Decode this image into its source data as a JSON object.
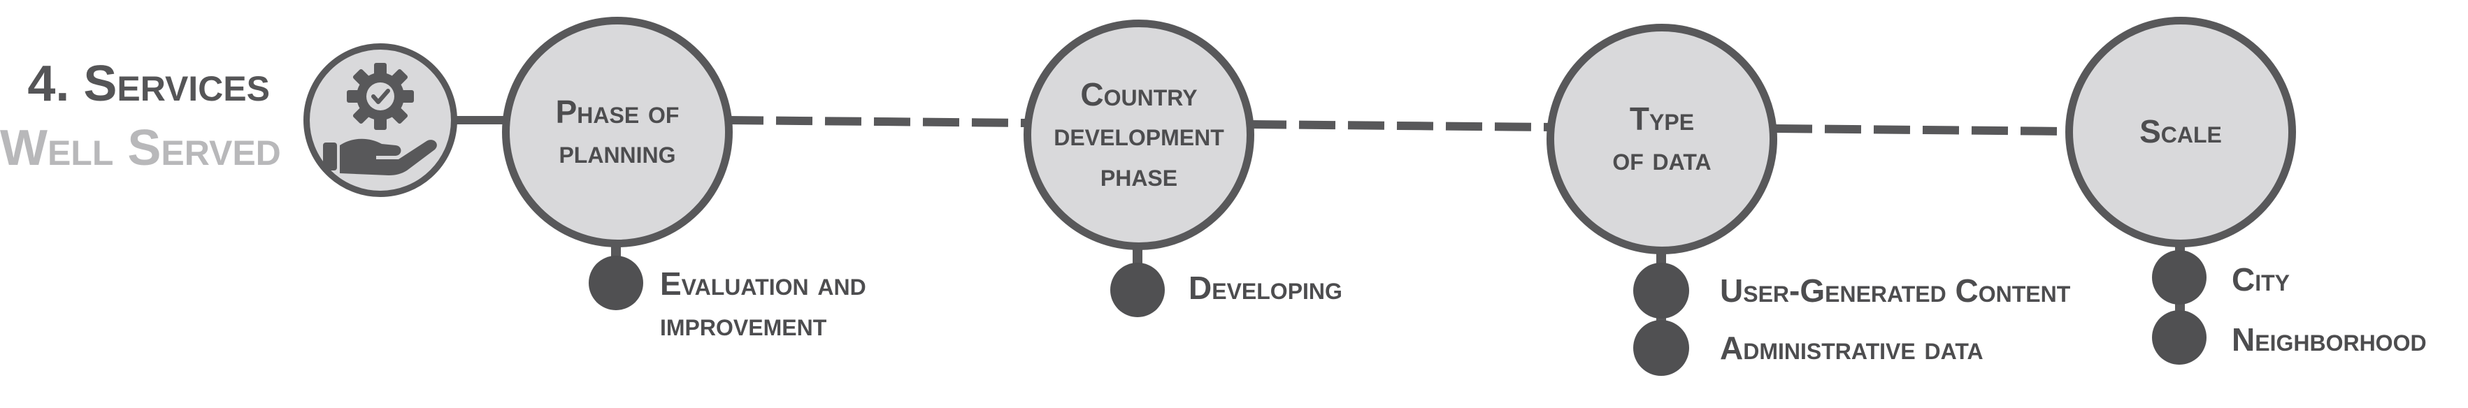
{
  "heading": {
    "number_title": "4. Services",
    "subtitle": "Well Served"
  },
  "steps": [
    {
      "title": "Phase of\nplanning",
      "items": [
        "Evaluation and\nimprovement"
      ]
    },
    {
      "title": "Country\ndevelopment\nphase",
      "items": [
        "Developing"
      ]
    },
    {
      "title": "Type\nof data",
      "items": [
        "User-Generated Content",
        "Administrative data"
      ]
    },
    {
      "title": "Scale",
      "items": [
        "City",
        "Neighborhood"
      ]
    }
  ],
  "icon": "hand-with-gear-icon",
  "colors": {
    "stroke": "#58585a",
    "fill": "#d9d9db",
    "text": "#4d4d4f",
    "subtitle": "#b8b8ba"
  }
}
